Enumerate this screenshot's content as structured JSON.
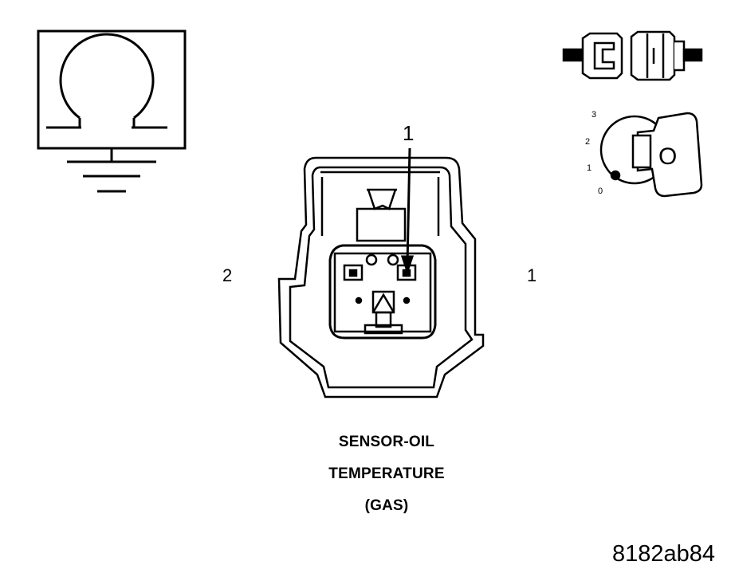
{
  "icons": {
    "ohmmeter": "ohmmeter-ground-icon",
    "connector_state": "connector-disconnected-icon",
    "ignition": "ignition-key-icon"
  },
  "ignition": {
    "positions": [
      "3",
      "2",
      "1",
      "0"
    ],
    "key_label": "O"
  },
  "connector": {
    "callout": "1",
    "pin_left": "2",
    "pin_right": "1"
  },
  "caption": {
    "line1": "SENSOR-OIL",
    "line2": "TEMPERATURE",
    "line3": "(GAS)"
  },
  "figure_id": "8182ab84"
}
